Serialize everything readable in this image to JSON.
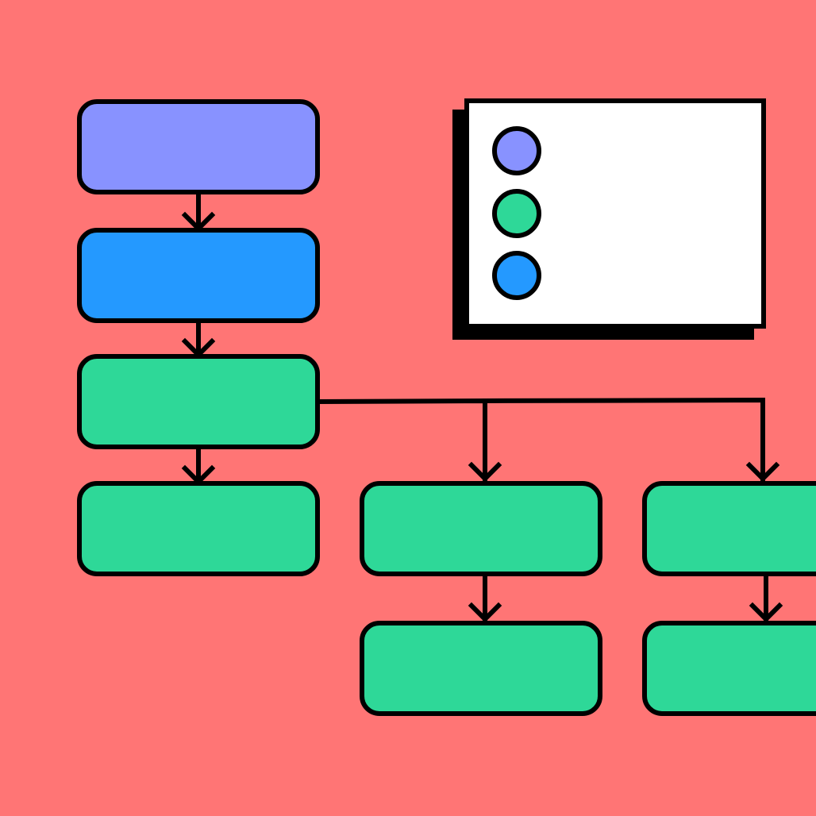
{
  "colors": {
    "background": "#FF7575",
    "stroke": "#000000",
    "violet": "#8892FF",
    "blue": "#2499FF",
    "green": "#2ED898",
    "card": "#FFFFFF",
    "shadow": "#000000"
  },
  "flowchart": {
    "nodes": [
      {
        "id": "node-1",
        "fill": "violet"
      },
      {
        "id": "node-2",
        "fill": "blue"
      },
      {
        "id": "node-3",
        "fill": "green"
      },
      {
        "id": "node-4",
        "fill": "green"
      },
      {
        "id": "node-5",
        "fill": "green"
      },
      {
        "id": "node-6",
        "fill": "green"
      },
      {
        "id": "node-7",
        "fill": "green"
      },
      {
        "id": "node-8",
        "fill": "green"
      }
    ],
    "edges": [
      {
        "from": "node-1",
        "to": "node-2"
      },
      {
        "from": "node-2",
        "to": "node-3"
      },
      {
        "from": "node-3",
        "to": "node-4"
      },
      {
        "from": "node-3",
        "to": "node-5"
      },
      {
        "from": "node-3",
        "to": "node-6"
      },
      {
        "from": "node-5",
        "to": "node-7"
      },
      {
        "from": "node-6",
        "to": "node-8"
      }
    ]
  },
  "legend": {
    "swatches": [
      "violet",
      "green",
      "blue"
    ]
  }
}
